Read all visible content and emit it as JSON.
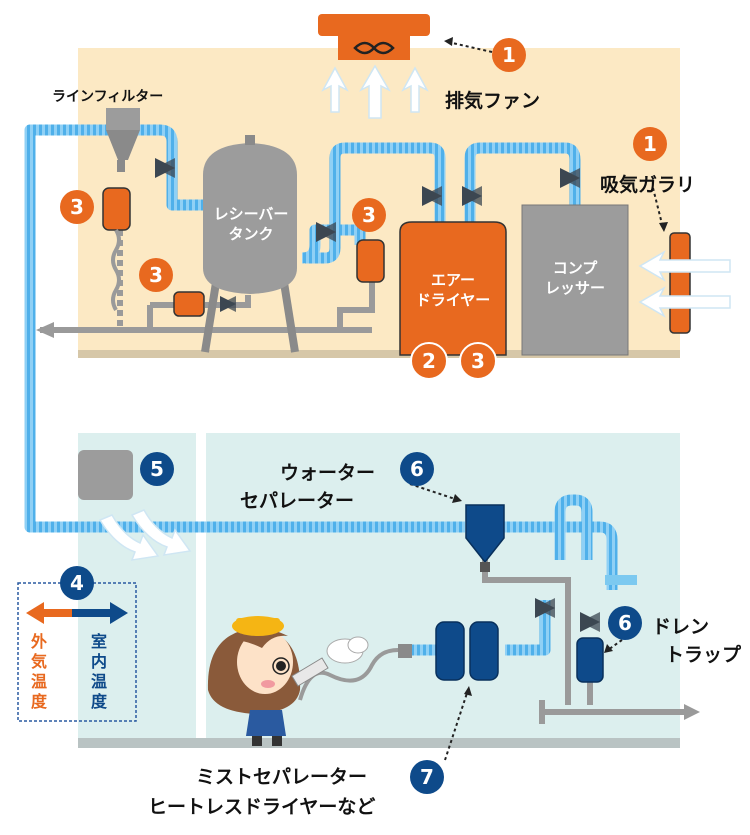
{
  "labels": {
    "exhaust_fan": "排気ファン",
    "line_filter": "ラインフィルター",
    "intake_louver": "吸気ガラリ",
    "receiver_tank_1": "レシーバー",
    "receiver_tank_2": "タンク",
    "air_dryer_1": "エアー",
    "air_dryer_2": "ドライヤー",
    "compressor_1": "コンプ",
    "compressor_2": "レッサー",
    "water_separator_1": "ウォーター",
    "water_separator_2": "セパレーター",
    "drain_trap_1": "ドレン",
    "drain_trap_2": "トラップ",
    "mist_1": "ミストセパレーター",
    "mist_2": "ヒートレスドライヤーなど",
    "outside_temp": "外気温度",
    "inside_temp": "室内温度"
  },
  "badges": {
    "fan": "1",
    "louver": "1",
    "filter": "3",
    "tank": "3",
    "dryer_left": "3",
    "dryer_bottom_l": "2",
    "dryer_bottom_r": "3",
    "temp": "4",
    "vent": "5",
    "sep": "6",
    "trap": "6",
    "mist": "7"
  },
  "colors": {
    "orange": "#e8691f",
    "navy": "#0e4a8a",
    "pipe": "#4fb0ea",
    "top_room": "#fce9c4",
    "bottom_room": "#dcefee",
    "gray": "#8c8c8c"
  }
}
